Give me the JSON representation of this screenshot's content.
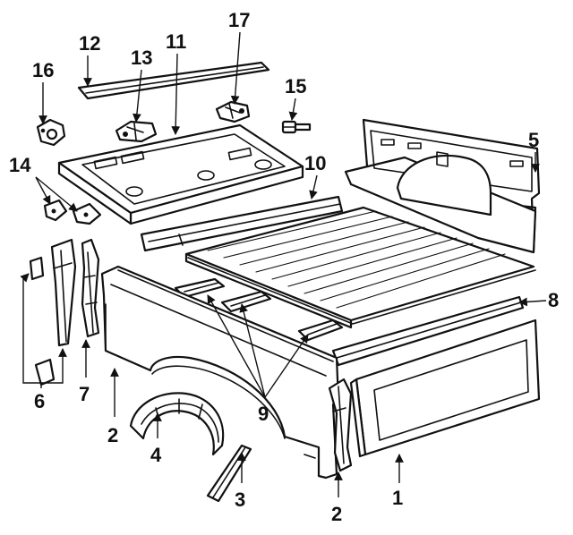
{
  "diagram": {
    "callouts": [
      {
        "id": "c1",
        "text": "1"
      },
      {
        "id": "c2a",
        "text": "2"
      },
      {
        "id": "c2b",
        "text": "2"
      },
      {
        "id": "c3",
        "text": "3"
      },
      {
        "id": "c4",
        "text": "4"
      },
      {
        "id": "c5",
        "text": "5"
      },
      {
        "id": "c6",
        "text": "6"
      },
      {
        "id": "c7",
        "text": "7"
      },
      {
        "id": "c8",
        "text": "8"
      },
      {
        "id": "c9",
        "text": "9"
      },
      {
        "id": "c10",
        "text": "10"
      },
      {
        "id": "c11",
        "text": "11"
      },
      {
        "id": "c12",
        "text": "12"
      },
      {
        "id": "c13",
        "text": "13"
      },
      {
        "id": "c14",
        "text": "14"
      },
      {
        "id": "c15",
        "text": "15"
      },
      {
        "id": "c16",
        "text": "16"
      },
      {
        "id": "c17",
        "text": "17"
      }
    ],
    "colors": {
      "line": "#111111",
      "background": "#ffffff"
    }
  }
}
